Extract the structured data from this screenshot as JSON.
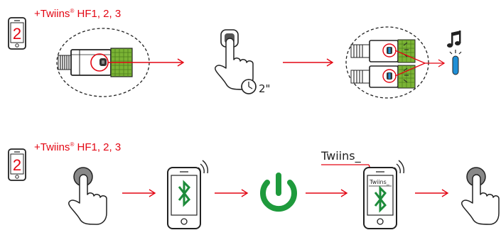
{
  "colors": {
    "accent": "#e30613",
    "dark": "#222222",
    "green": "#7ab335",
    "bluetooth": "#1d8b3a",
    "power": "#1e9a3c",
    "blue": "#1f8fd6"
  },
  "row1": {
    "phone_digit": "2",
    "title_prefix": "+Twiins",
    "title_registered": "®",
    "title_suffix": " HF1, 2, 3",
    "timer_label": "2\"",
    "icons": [
      "phone-2-icon",
      "device-closeup-icon",
      "finger-press-button-icon",
      "stopwatch-icon",
      "dual-device-closeup-icon",
      "music-note-icon",
      "blue-led-icon"
    ]
  },
  "row2": {
    "phone_digit": "2",
    "title_prefix": "+Twiins",
    "title_registered": "®",
    "title_suffix": " HF1, 2, 3",
    "device_name_callout": "Twiins_",
    "phone_screen_label": "Twiins_",
    "icons": [
      "phone-2-icon",
      "finger-press-icon",
      "bluetooth-phone-icon",
      "power-icon",
      "bluetooth-phone-list-icon",
      "finger-press-icon"
    ]
  }
}
